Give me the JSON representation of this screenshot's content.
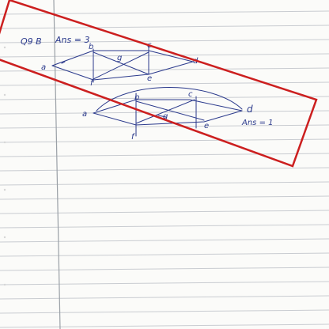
{
  "question": {
    "label": "Q9 B",
    "answer": "Ans = 3"
  },
  "figure1": {
    "labels": {
      "a": "a",
      "b": "b",
      "c": "c",
      "d": "d",
      "e": "e",
      "f": "f",
      "g": "g"
    }
  },
  "figure2": {
    "labels": {
      "a": "a",
      "b": "b",
      "c": "c",
      "d": "d",
      "e": "e",
      "f": "f",
      "g": "g"
    },
    "answer": "Ans = 1"
  },
  "colors": {
    "ink": "#2b3a8c",
    "box": "#cc1f1f",
    "margin_line": "#9aa0a6",
    "ruled_line": "#c9ccd1",
    "paper": "#fbfbf9"
  }
}
